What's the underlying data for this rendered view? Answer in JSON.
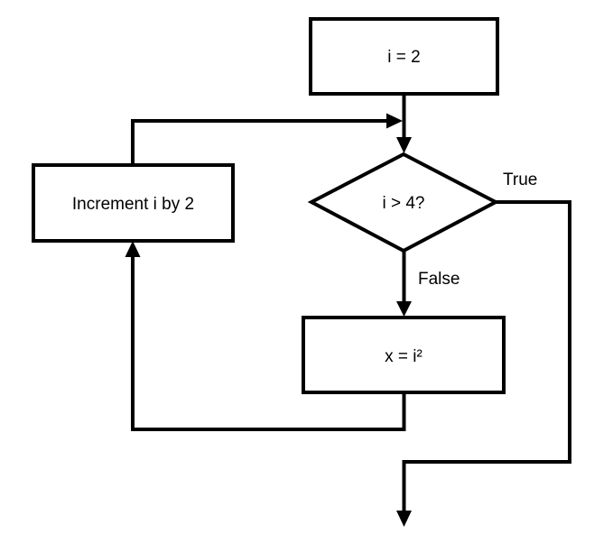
{
  "diagram": {
    "colors": {
      "line": "#000000",
      "fill": "#ffffff",
      "text": "#000000"
    },
    "nodes": {
      "init": {
        "label": "i = 2"
      },
      "condition": {
        "label": "i > 4?"
      },
      "compute": {
        "label": "x = i²"
      },
      "increment": {
        "label": "Increment i by 2"
      }
    },
    "edges": {
      "true_label": "True",
      "false_label": "False"
    }
  }
}
